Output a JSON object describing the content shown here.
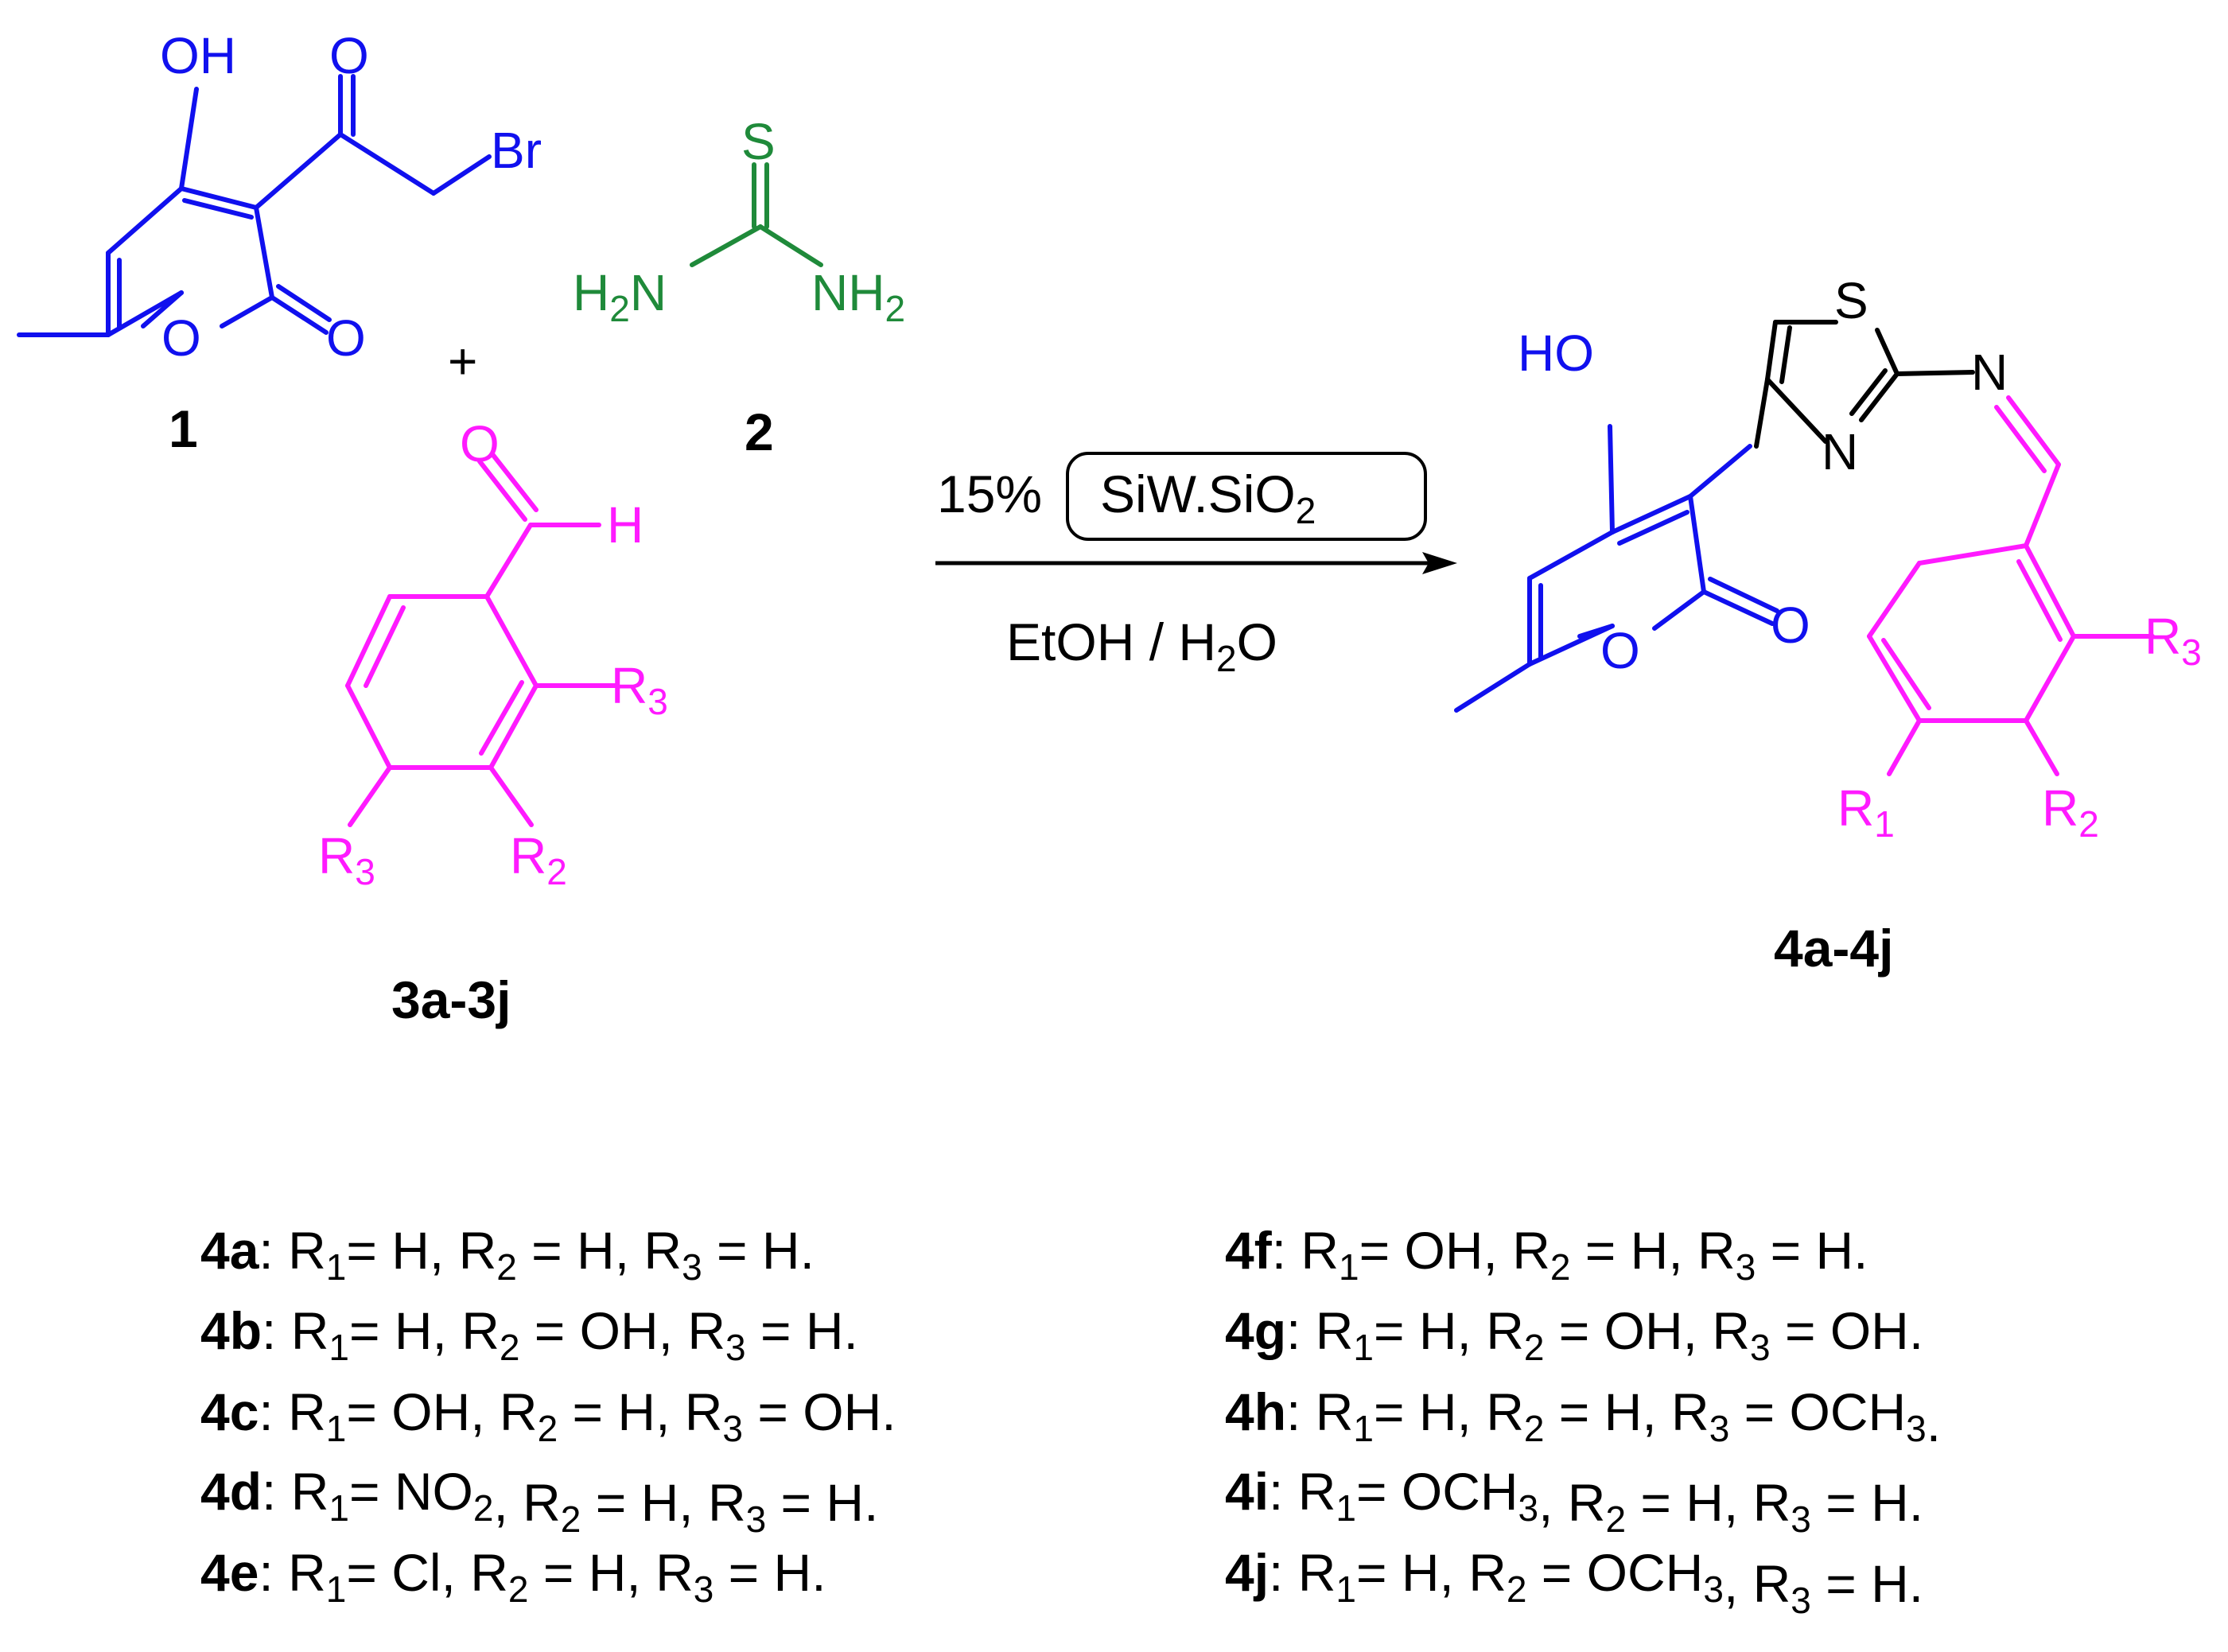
{
  "reactants": {
    "c1": {
      "label": "1",
      "atoms": {
        "oh": "OH",
        "ketone_o": "O",
        "br": "Br",
        "ring_o": "O",
        "lactone_o": "O"
      }
    },
    "plus": "+",
    "c2": {
      "label": "2",
      "atoms": {
        "s": "S",
        "nh2_left": "H",
        "nh2_left_sub": "2",
        "nh2_left_n": "N",
        "nh2_right": "NH",
        "nh2_right_sub": "2"
      }
    },
    "c3": {
      "label": "3a-3j",
      "atoms": {
        "o": "O",
        "h": "H",
        "r3_top": "R",
        "r3_top_sub": "3",
        "r3_bot": "R",
        "r3_bot_sub": "3",
        "r2": "R",
        "r2_sub": "2"
      }
    }
  },
  "conditions": {
    "loading": "15%",
    "catalyst": "SiW.SiO",
    "catalyst_sub": "2",
    "solvent_pre": "EtOH / H",
    "solvent_sub": "2",
    "solvent_post": "O"
  },
  "product": {
    "label": "4a-4j",
    "atoms": {
      "ho": "HO",
      "s": "S",
      "n_exo": "N",
      "n_ring": "N",
      "ring_o": "O",
      "lactone_o": "O",
      "r3": "R",
      "r3_sub": "3",
      "r1": "R",
      "r1_sub": "1",
      "r2": "R",
      "r2_sub": "2"
    }
  },
  "substituents": [
    {
      "id": "4a",
      "r1": "H",
      "r1_sub": "",
      "r2": "H",
      "r2_sub": "",
      "r3": "H",
      "r3_sub": "",
      "end": "."
    },
    {
      "id": "4b",
      "r1": "H",
      "r1_sub": "",
      "r2": "OH",
      "r2_sub": "",
      "r3": "H",
      "r3_sub": "",
      "end": "."
    },
    {
      "id": "4c",
      "r1": "OH",
      "r1_sub": "",
      "r2": "H",
      "r2_sub": "",
      "r3": "OH",
      "r3_sub": "",
      "end": "."
    },
    {
      "id": "4d",
      "r1": "NO",
      "r1_sub": "2",
      "r2": "H",
      "r2_sub": "",
      "r3": "H",
      "r3_sub": "",
      "end": "."
    },
    {
      "id": "4e",
      "r1": "Cl",
      "r1_sub": "",
      "r2": "H",
      "r2_sub": "",
      "r3": "H",
      "r3_sub": "",
      "end": "."
    },
    {
      "id": "4f",
      "r1": "OH",
      "r1_sub": "",
      "r2": "H",
      "r2_sub": "",
      "r3": "H",
      "r3_sub": "",
      "end": "."
    },
    {
      "id": "4g",
      "r1": "H",
      "r1_sub": "",
      "r2": "OH",
      "r2_sub": "",
      "r3": "OH",
      "r3_sub": "",
      "end": "."
    },
    {
      "id": "4h",
      "r1": "H",
      "r1_sub": "",
      "r2": "H",
      "r2_sub": "",
      "r3": "OCH",
      "r3_sub": "3",
      "end": "."
    },
    {
      "id": "4i",
      "r1": "OCH",
      "r1_sub": "3",
      "r2": "H",
      "r2_sub": "",
      "r3": "H",
      "r3_sub": "",
      "end": "."
    },
    {
      "id": "4j",
      "r1": "H",
      "r1_sub": "",
      "r2": "OCH",
      "r2_sub": "3",
      "r3": "H",
      "r3_sub": "",
      "end": "."
    }
  ],
  "legend_tokens": {
    "r": "R",
    "eq_r1": "= ",
    "eq": " = ",
    "sep": ", "
  },
  "colors": {
    "pyranone": "#1010ee",
    "thiourea": "#1f8a3a",
    "aldehyde": "#ff1aff",
    "text": "#000000"
  }
}
